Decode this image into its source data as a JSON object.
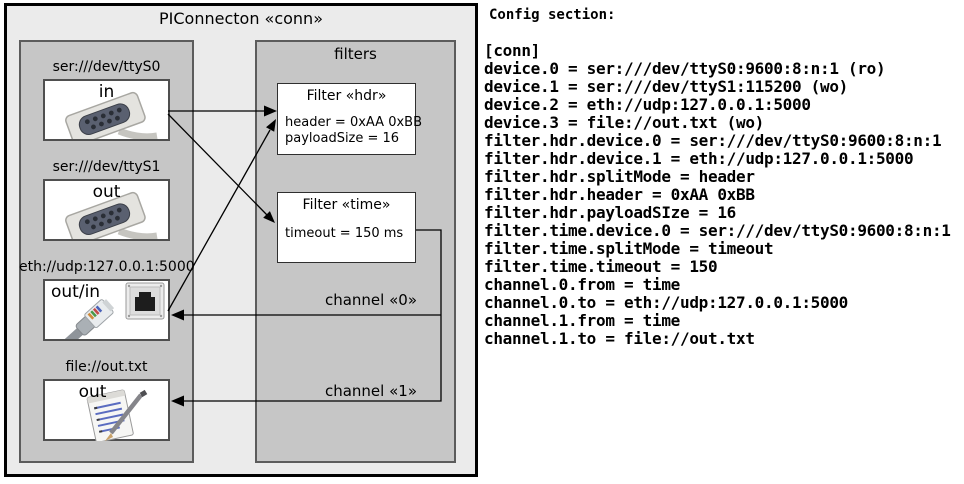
{
  "diagram": {
    "title": "PIConnecton «conn»",
    "filters_panel_title": "filters",
    "devices": [
      {
        "label": "ser:///dev/ttyS0",
        "direction": "in",
        "icon": "serial-connector-icon"
      },
      {
        "label": "ser:///dev/ttyS1",
        "direction": "out",
        "icon": "serial-connector-icon"
      },
      {
        "label": "eth://udp:127.0.0.1:5000",
        "direction": "out/in",
        "icon": "ethernet-icon"
      },
      {
        "label": "file://out.txt",
        "direction": "out",
        "icon": "notepad-icon"
      }
    ],
    "filters": [
      {
        "title": "Filter «hdr»",
        "params": [
          "header = 0xAA 0xBB",
          "payloadSize = 16"
        ]
      },
      {
        "title": "Filter «time»",
        "params": [
          "timeout = 150 ms"
        ]
      }
    ],
    "channels": [
      {
        "label": "channel «0»"
      },
      {
        "label": "channel «1»"
      }
    ],
    "colors": {
      "frame_bg": "#ebebeb",
      "panel_bg": "#c6c6c6",
      "box_bg": "#ffffff",
      "frame_border": "#000000",
      "panel_border": "#5c5c5c"
    }
  },
  "config": {
    "heading": "Config section:",
    "lines": [
      "[conn]",
      "device.0 = ser:///dev/ttyS0:9600:8:n:1 (ro)",
      "device.1 = ser:///dev/ttyS1:115200 (wo)",
      "device.2 = eth://udp:127.0.0.1:5000",
      "device.3 = file://out.txt (wo)",
      "filter.hdr.device.0 = ser:///dev/ttyS0:9600:8:n:1",
      "filter.hdr.device.1 = eth://udp:127.0.0.1:5000",
      "filter.hdr.splitMode = header",
      "filter.hdr.header = 0xAA 0xBB",
      "filter.hdr.payloadSIze = 16",
      "filter.time.device.0 = ser:///dev/ttyS0:9600:8:n:1",
      "filter.time.splitMode = timeout",
      "filter.time.timeout = 150",
      "channel.0.from = time",
      "channel.0.to = eth://udp:127.0.0.1:5000",
      "channel.1.from = time",
      "channel.1.to = file://out.txt"
    ]
  }
}
